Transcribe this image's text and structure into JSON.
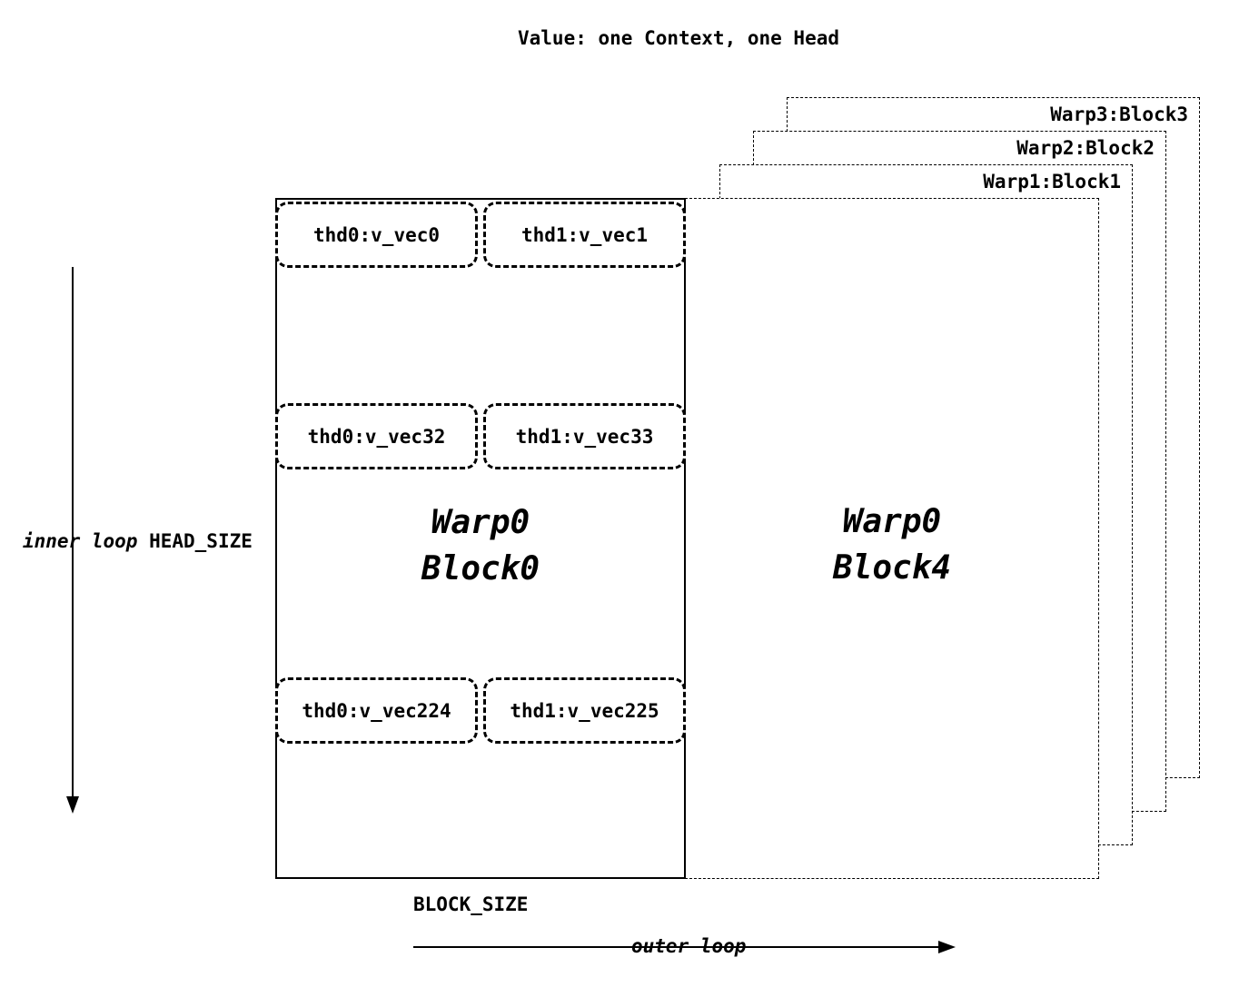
{
  "title": "Value: one Context, one Head",
  "diagram": {
    "back_blocks": [
      {
        "label": "Warp3:Block3"
      },
      {
        "label": "Warp2:Block2"
      },
      {
        "label": "Warp1:Block1"
      }
    ],
    "front_dotted_block": {
      "name_line1": "Warp0",
      "name_line2": "Block4"
    },
    "solid_block": {
      "name_line1": "Warp0",
      "name_line2": "Block0",
      "thread_rows": [
        {
          "cells": [
            "thd0:v_vec0",
            "thd1:v_vec1"
          ]
        },
        {
          "cells": [
            "thd0:v_vec32",
            "thd1:v_vec33"
          ]
        },
        {
          "cells": [
            "thd0:v_vec224",
            "thd1:v_vec225"
          ]
        }
      ]
    }
  },
  "annotations": {
    "inner_loop": "inner loop",
    "inner_dim": "HEAD_SIZE",
    "outer_loop": "outer loop",
    "block_size": "BLOCK_SIZE"
  },
  "colors": {
    "line": "#000000",
    "background": "#ffffff"
  }
}
